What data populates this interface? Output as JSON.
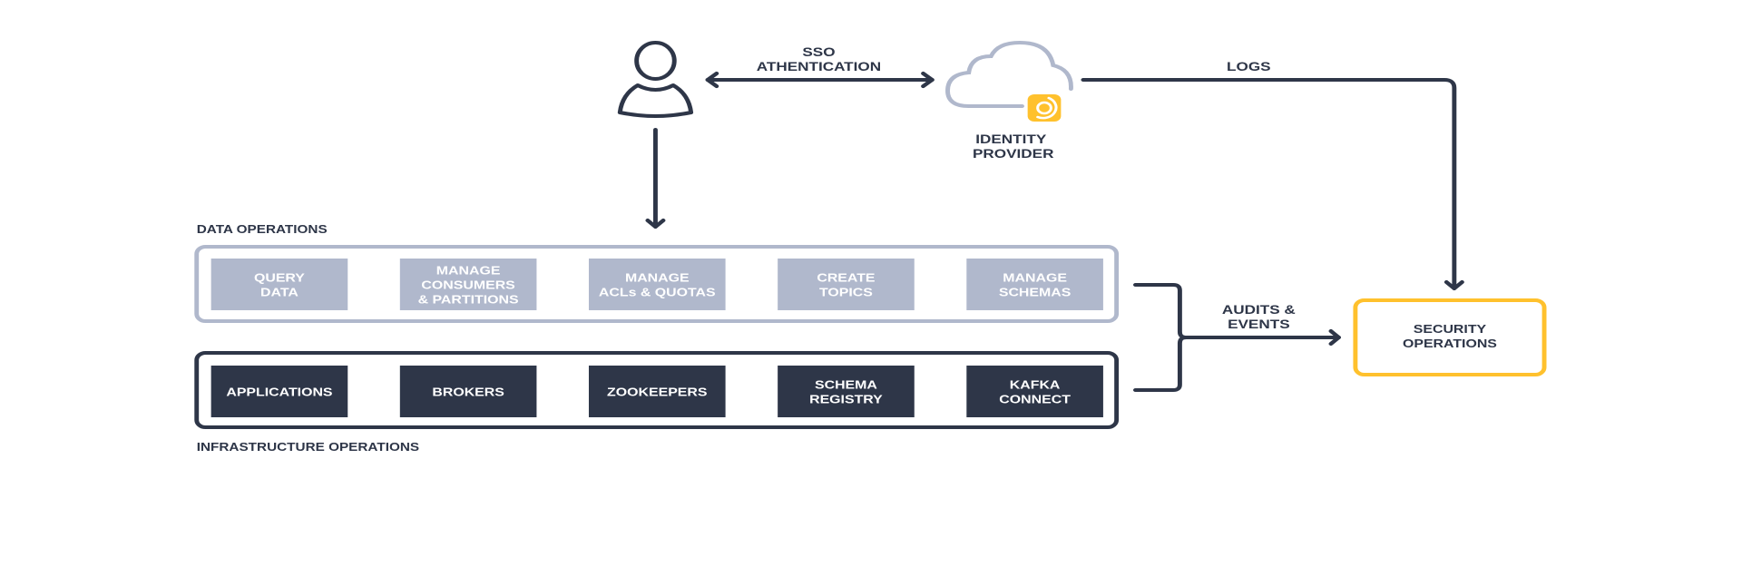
{
  "colors": {
    "dark": "#2E3648",
    "light": "#B0B8CC",
    "accent": "#FFC12D",
    "white": "#FFFFFF"
  },
  "user": {
    "icon": "user-icon"
  },
  "sso": {
    "line1": "SSO",
    "line2": "ATHENTICATION"
  },
  "identity_provider": {
    "icon": "cloud-icon",
    "badge_icon": "identity-provider-badge-icon",
    "line1": "IDENTITY",
    "line2": "PROVIDER"
  },
  "logs": {
    "label": "LOGS"
  },
  "data_operations": {
    "title": "DATA OPERATIONS",
    "items": [
      {
        "lines": [
          "QUERY",
          "DATA"
        ]
      },
      {
        "lines": [
          "MANAGE",
          "CONSUMERS",
          "& PARTITIONS"
        ]
      },
      {
        "lines": [
          "MANAGE",
          "ACLs & QUOTAS"
        ]
      },
      {
        "lines": [
          "CREATE",
          "TOPICS"
        ]
      },
      {
        "lines": [
          "MANAGE",
          "SCHEMAS"
        ]
      }
    ]
  },
  "infrastructure_operations": {
    "title": "INFRASTRUCTURE OPERATIONS",
    "items": [
      {
        "lines": [
          "APPLICATIONS"
        ]
      },
      {
        "lines": [
          "BROKERS"
        ]
      },
      {
        "lines": [
          "ZOOKEEPERS"
        ]
      },
      {
        "lines": [
          "SCHEMA",
          "REGISTRY"
        ]
      },
      {
        "lines": [
          "KAFKA",
          "CONNECT"
        ]
      }
    ]
  },
  "audits": {
    "line1": "AUDITS &",
    "line2": "EVENTS"
  },
  "security_operations": {
    "line1": "SECURITY",
    "line2": "OPERATIONS"
  }
}
